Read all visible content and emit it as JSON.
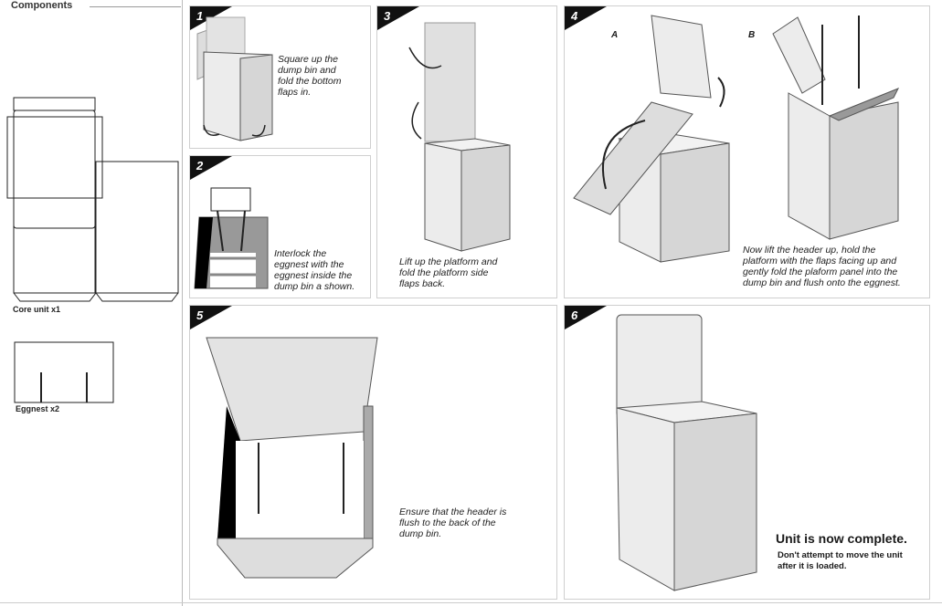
{
  "components": {
    "title": "Components",
    "core_unit_label": "Core unit x1",
    "eggnest_label": "Eggnest x2"
  },
  "steps": [
    {
      "number": "1",
      "text": [
        "Square up the",
        "dump bin and",
        "fold the bottom",
        "flaps in."
      ]
    },
    {
      "number": "2",
      "text": [
        "Interlock the",
        "eggnest with the",
        "eggnest inside the",
        "dump bin a shown."
      ]
    },
    {
      "number": "3",
      "text": [
        "Lift up the platform and",
        "fold the platform side",
        "flaps back."
      ]
    },
    {
      "number": "4",
      "sub_a": "A",
      "sub_b": "B",
      "text": [
        "Now lift the header up, hold the",
        "platform with the flaps facing up and",
        "gently fold the plaform panel into the",
        "dump bin and flush onto the eggnest."
      ]
    },
    {
      "number": "5",
      "text": [
        "Ensure that the header is",
        "flush to the back of the",
        "dump bin."
      ]
    },
    {
      "number": "6",
      "title": "Unit is now complete.",
      "text": [
        "Don't attempt to move the unit",
        "after it is loaded."
      ]
    }
  ]
}
